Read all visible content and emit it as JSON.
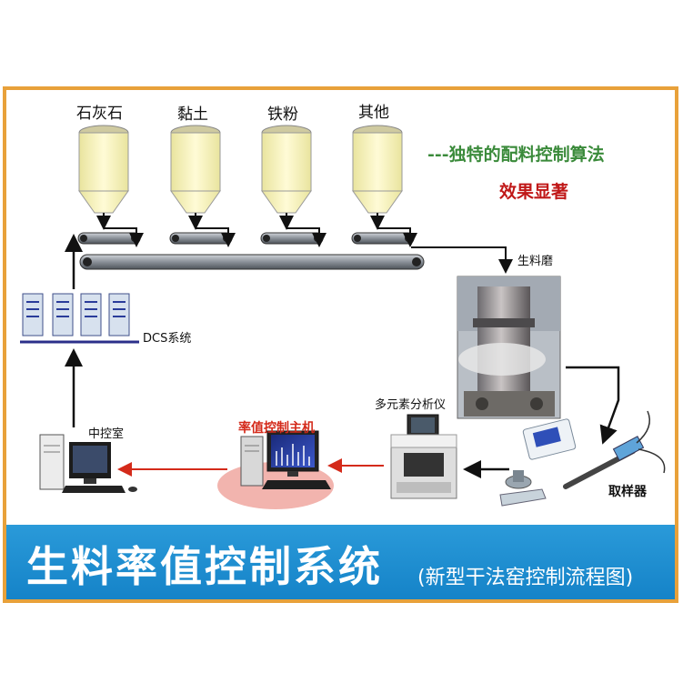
{
  "materials": [
    "石灰石",
    "黏土",
    "铁粉",
    "其他"
  ],
  "slogan": {
    "line1": "---独特的配料控制算法",
    "line2": "效果显著"
  },
  "labels": {
    "raw_mill": "生料磨",
    "dcs": "DCS系统",
    "central_control": "中控室",
    "ratio_host": "率值控制主机",
    "analyzer": "多元素分析仪",
    "sampler": "取样器"
  },
  "banner": {
    "title": "生料率值控制系统",
    "subtitle": "(新型干法窑控制流程图)"
  },
  "colors": {
    "frame_border": "#e8a13a",
    "banner_blue": "#1583c8",
    "silo_fill": "#fbf7c3",
    "flow_red": "#d42a1a",
    "slogan_green": "#3a8a3a",
    "slogan_red": "#c01818"
  }
}
